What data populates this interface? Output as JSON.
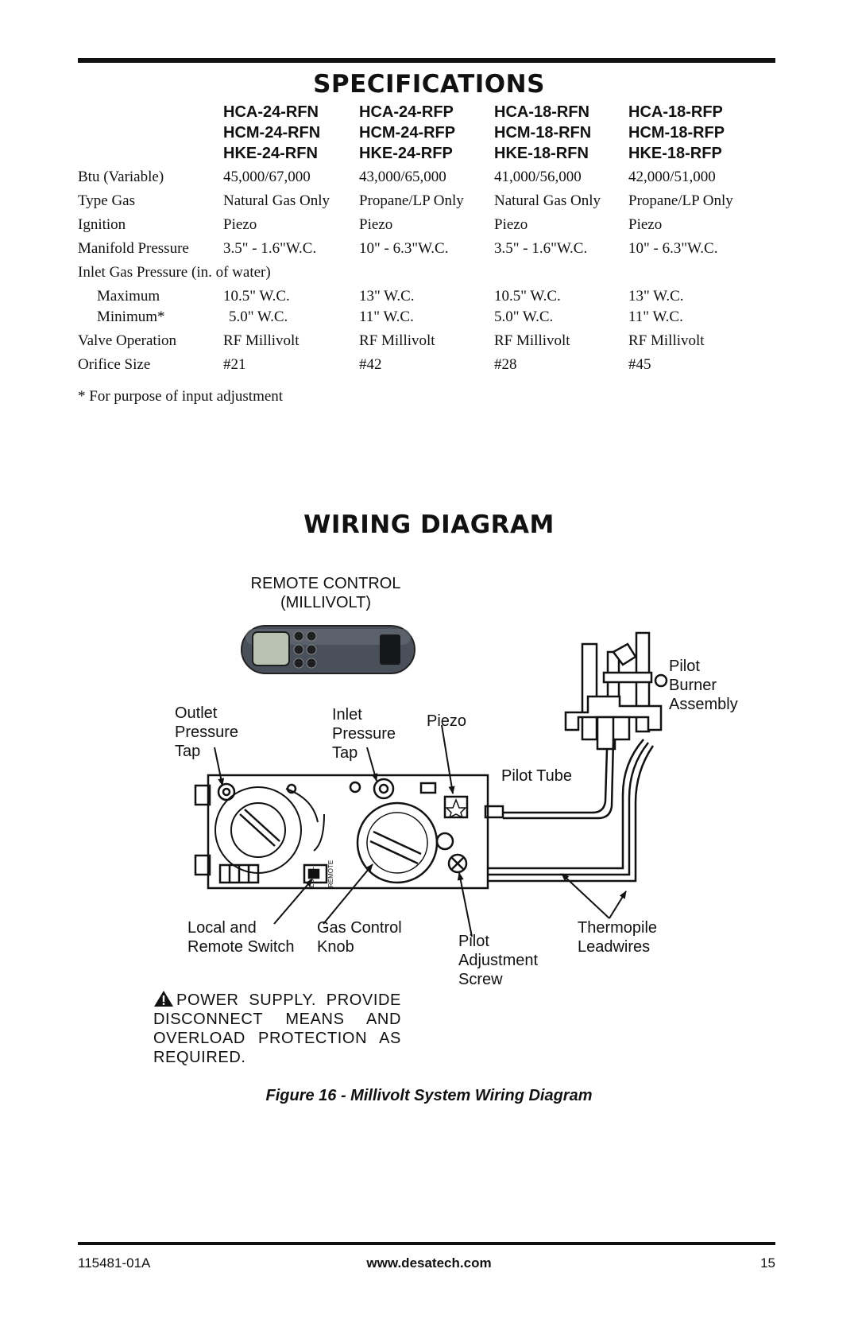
{
  "specifications": {
    "title": "SPECIFICATIONS",
    "models": [
      [
        "HCA-24-RFN",
        "HCM-24-RFN",
        "HKE-24-RFN"
      ],
      [
        "HCA-24-RFP",
        "HCM-24-RFP",
        "HKE-24-RFP"
      ],
      [
        "HCA-18-RFN",
        "HCM-18-RFN",
        "HKE-18-RFN"
      ],
      [
        "HCA-18-RFP",
        "HCM-18-RFP",
        "HKE-18-RFP"
      ]
    ],
    "rows": [
      {
        "label": "Btu (Variable)",
        "values": [
          "45,000/67,000",
          "43,000/65,000",
          "41,000/56,000",
          "42,000/51,000"
        ]
      },
      {
        "label": "Type Gas",
        "values": [
          "Natural Gas Only",
          "Propane/LP Only",
          "Natural Gas Only",
          "Propane/LP Only"
        ]
      },
      {
        "label": "Ignition",
        "values": [
          "Piezo",
          "Piezo",
          "Piezo",
          "Piezo"
        ]
      },
      {
        "label": "Manifold Pressure",
        "values": [
          "3.5\" - 1.6\"W.C.",
          "10\" - 6.3\"W.C.",
          "3.5\" - 1.6\"W.C.",
          "10\" - 6.3\"W.C."
        ]
      },
      {
        "label": "Inlet Gas Pressure (in. of water)",
        "values": []
      },
      {
        "label": "Maximum",
        "values": [
          "10.5\" W.C.",
          "13\" W.C.",
          "10.5\" W.C.",
          "13\" W.C."
        ]
      },
      {
        "label": "Minimum*",
        "values": [
          "5.0\" W.C.",
          "11\" W.C.",
          "5.0\" W.C.",
          "11\" W.C."
        ]
      },
      {
        "label": "Valve Operation",
        "values": [
          "RF Millivolt",
          "RF Millivolt",
          "RF Millivolt",
          "RF Millivolt"
        ]
      },
      {
        "label": "Orifice Size",
        "values": [
          "#21",
          "#42",
          "#28",
          "#45"
        ]
      }
    ],
    "footnote": "* For purpose of input adjustment"
  },
  "wiring": {
    "title": "WIRING DIAGRAM",
    "remote_label": [
      "REMOTE CONTROL",
      "(MILLIVOLT)"
    ],
    "labels": {
      "outlet": [
        "Outlet",
        "Pressure",
        "Tap"
      ],
      "inlet": [
        "Inlet",
        "Pressure",
        "Tap"
      ],
      "piezo": "Piezo",
      "pilot_burner": [
        "Pilot",
        "Burner",
        "Assembly"
      ],
      "pilot_tube": "Pilot Tube",
      "switch": [
        "Local and",
        "Remote Switch"
      ],
      "knob": [
        "Gas Control",
        "Knob"
      ],
      "pilot_screw": [
        "Pilot",
        "Adjustment",
        "Screw"
      ],
      "thermopile": [
        "Thermopile",
        "Leadwires"
      ],
      "switch_local": "LOCAL",
      "switch_remote": "REMOTE"
    },
    "warning": "POWER SUPPLY. PROVIDE DISCONNECT MEANS AND OVERLOAD PROTECTION AS REQUIRED.",
    "caption": "Figure 16 - Millivolt System Wiring Diagram"
  },
  "footer": {
    "doc_number": "115481-01A",
    "url": "www.desatech.com",
    "page": "15"
  },
  "colors": {
    "ink": "#111111",
    "remote_body": "#4a5059",
    "lcd": "#b9c1b0"
  }
}
